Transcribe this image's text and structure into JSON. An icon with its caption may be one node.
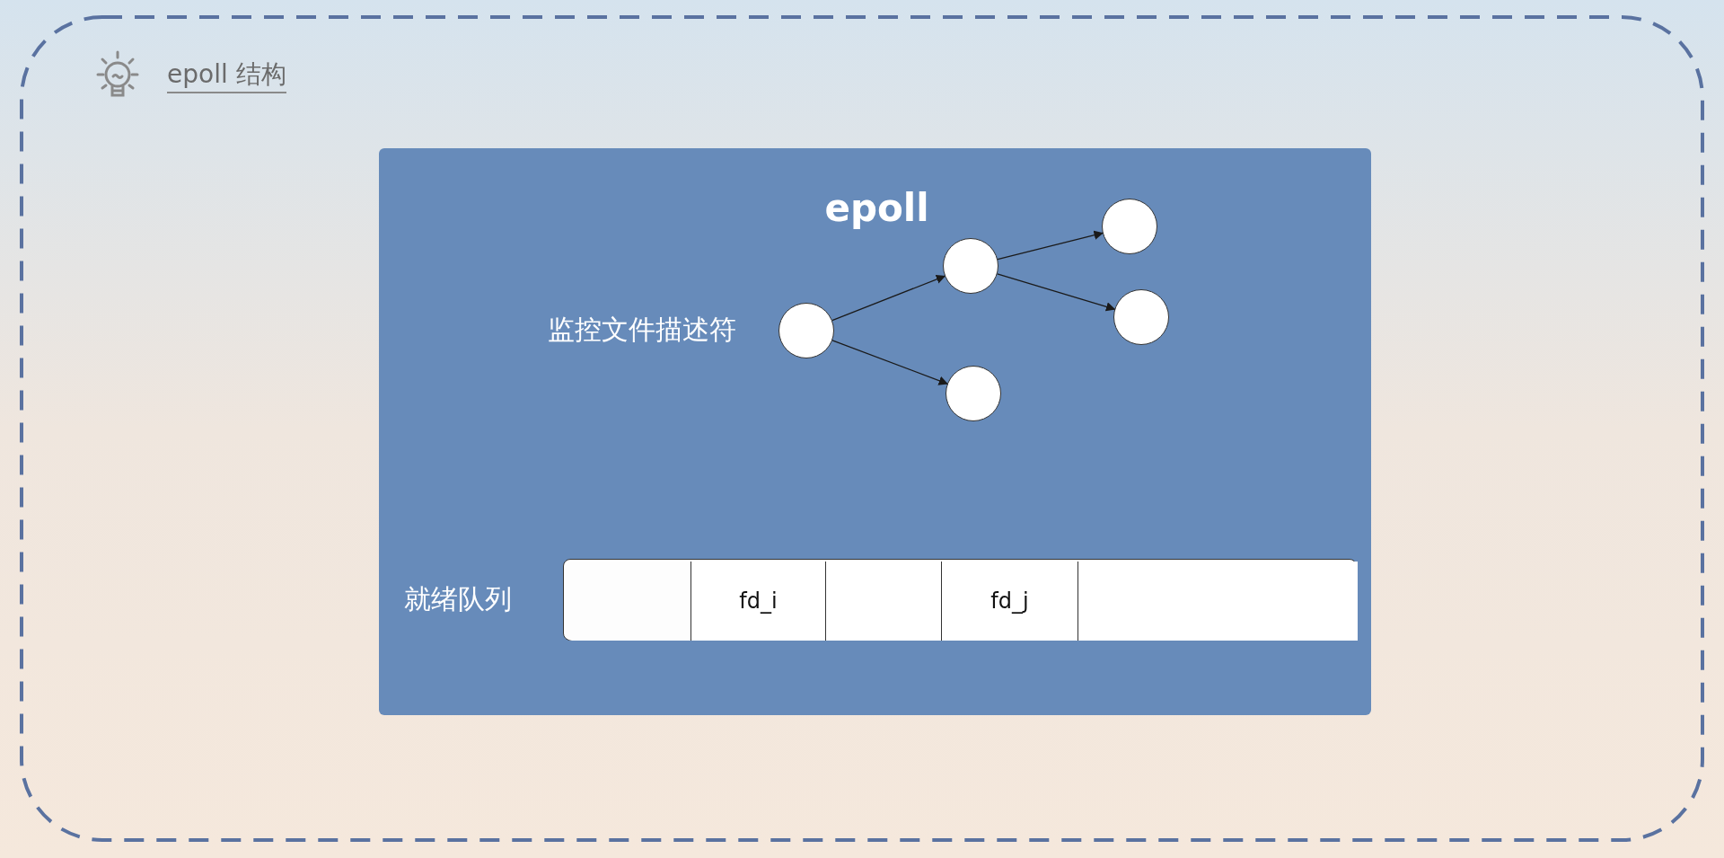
{
  "diagram": {
    "title": "epoll 结构",
    "nodes": [
      {
        "text": [
          "epoll"
        ]
      },
      {
        "text": [],
        "shape": "circle",
        "in": 0,
        "beside": [
          "监控文件描述符"
        ]
      },
      {
        "text": [],
        "shape": "circle",
        "in": 0
      },
      {
        "text": [],
        "shape": "circle",
        "in": 0
      },
      {
        "text": [],
        "shape": "circle",
        "in": 0
      },
      {
        "text": [],
        "shape": "circle",
        "in": 0
      },
      {
        "text": [],
        "shape": "bar",
        "in": 0,
        "beside": [
          "就绪队列"
        ]
      },
      {
        "text": [],
        "shape": "box",
        "in": 6
      },
      {
        "text": [
          "fd_i"
        ],
        "in": 6
      },
      {
        "text": [],
        "shape": "box",
        "in": 6
      },
      {
        "text": [
          "fd_j"
        ],
        "in": 6
      },
      {
        "text": [],
        "shape": "box",
        "in": 6
      }
    ],
    "edges": [
      {
        "from": 1,
        "to": 2,
        "arrow": "to"
      },
      {
        "from": 1,
        "to": 3,
        "arrow": "to"
      },
      {
        "from": 2,
        "to": 4,
        "arrow": "to"
      },
      {
        "from": 2,
        "to": 5,
        "arrow": "to"
      }
    ]
  }
}
